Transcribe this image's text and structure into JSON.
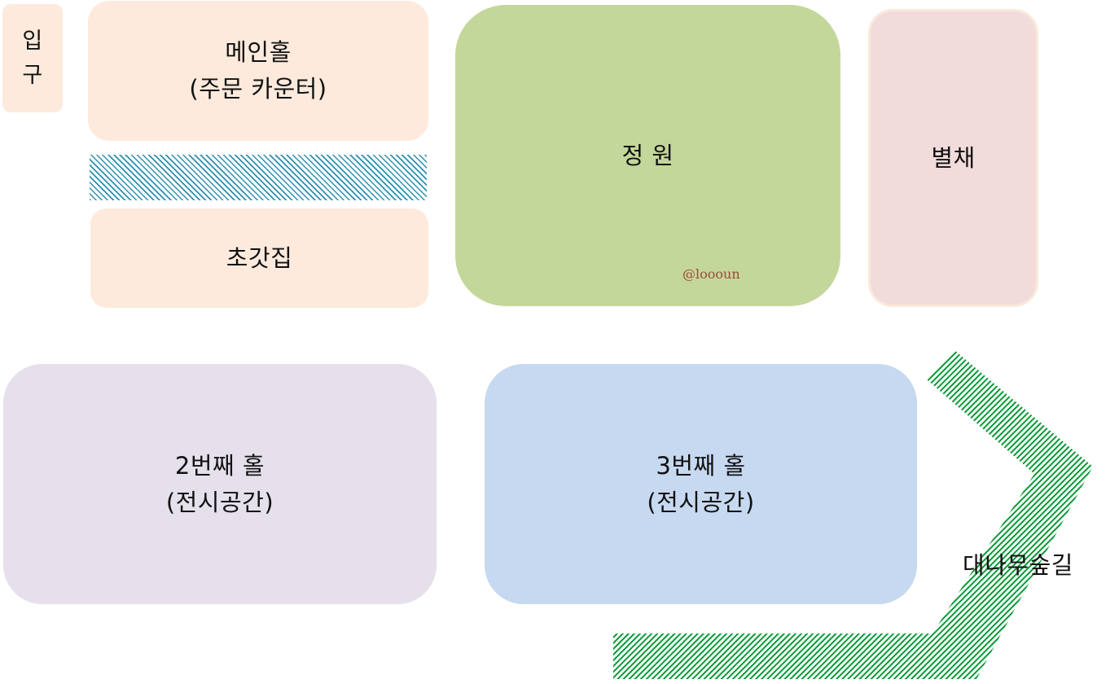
{
  "colors": {
    "peach": "#fdeadc",
    "green": "#c4d79b",
    "pink": "#f1dcdb",
    "lavender": "#e5e0ec",
    "light_blue": "#c6d9f0",
    "hatch_blue": "#2c8fae",
    "hatch_green": "#0a9a38",
    "watermark": "#9b4b33"
  },
  "map": {
    "entrance": {
      "label": "입\n구"
    },
    "main_hall": {
      "label": "메인홀\n(주문 카운터)"
    },
    "thatched_house": {
      "label": "초갓집"
    },
    "garden": {
      "label": "정 원"
    },
    "annex": {
      "label": "별채"
    },
    "hall_2": {
      "label": "2번째 홀\n(전시공간)"
    },
    "hall_3": {
      "label": "3번째 홀\n(전시공간)"
    },
    "bamboo_path": {
      "label": "대나무숲길"
    },
    "watermark": "@loooun"
  }
}
